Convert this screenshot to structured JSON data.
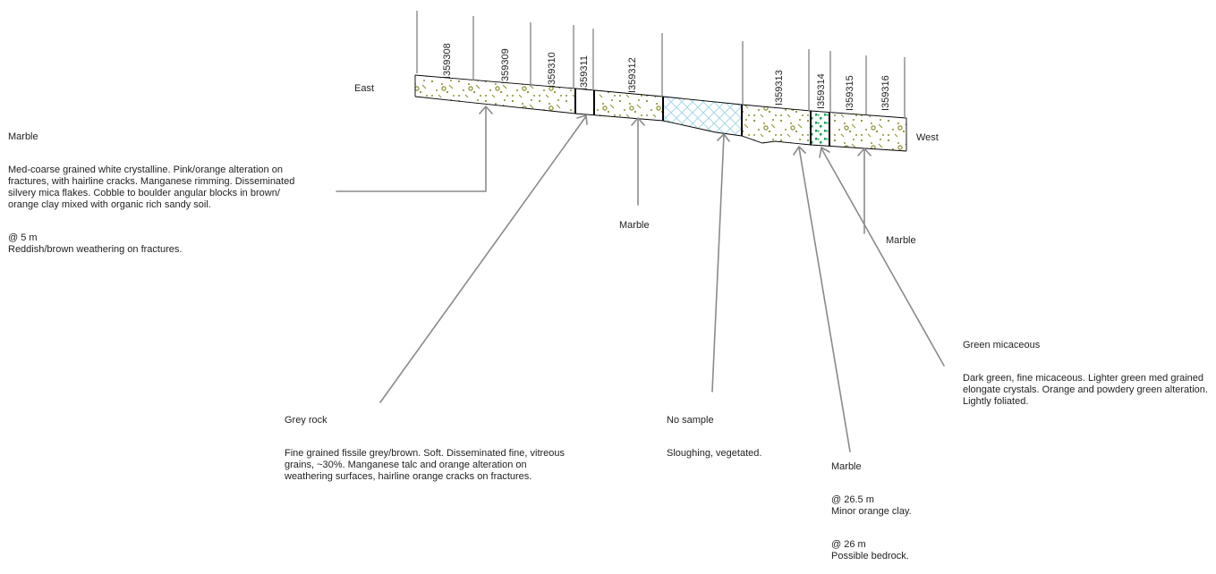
{
  "section": {
    "east_label": "East",
    "west_label": "West",
    "samples": [
      "I359308",
      "I359309",
      "I359310",
      "I359311",
      "I359312",
      "I359313",
      "I359314",
      "I359315",
      "I359316"
    ],
    "units": [
      {
        "pattern": "marble"
      },
      {
        "pattern": "grey-rock"
      },
      {
        "pattern": "marble"
      },
      {
        "pattern": "no-sample"
      },
      {
        "pattern": "marble"
      },
      {
        "pattern": "green-micaceous"
      },
      {
        "pattern": "marble"
      }
    ],
    "colors": {
      "marble_dots": "#8c8c32",
      "no_sample_hatch": "#a9d6ea",
      "green_micaceous": "#1a9e55",
      "leader_line": "#8a8a8a",
      "outline": "#000000"
    }
  },
  "labels": {
    "marble_mid": "Marble",
    "marble_right": "Marble"
  },
  "notes": {
    "marble_left": {
      "heading": "Marble",
      "paragraphs": [
        "Med-coarse grained white crystalline.  Pink/orange alteration on fractures, with hairline cracks. Manganese rimming.  Disseminated silvery mica flakes.  Cobble to boulder angular blocks in brown/ orange clay mixed with organic rich sandy soil.",
        "@ 5 m\nReddish/brown weathering on fractures."
      ]
    },
    "grey_rock": {
      "heading": "Grey rock",
      "paragraphs": [
        "Fine grained fissile grey/brown.  Soft. Disseminated fine, vitreous grains, ~30%.  Manganese talc and orange alteration on weathering surfaces, hairline orange cracks on fractures."
      ]
    },
    "no_sample": {
      "heading": "No sample",
      "paragraphs": [
        "Sloughing, vegetated."
      ]
    },
    "marble_bottom": {
      "heading": "Marble",
      "paragraphs": [
        "@ 26.5 m\nMinor orange clay.",
        "@ 26 m\nPossible bedrock."
      ]
    },
    "green_micaceous": {
      "heading": "Green micaceous",
      "paragraphs": [
        "Dark green, fine micaceous. Lighter green med grained elongate crystals. Orange and powdery green alteration.  Lightly foliated."
      ]
    }
  }
}
